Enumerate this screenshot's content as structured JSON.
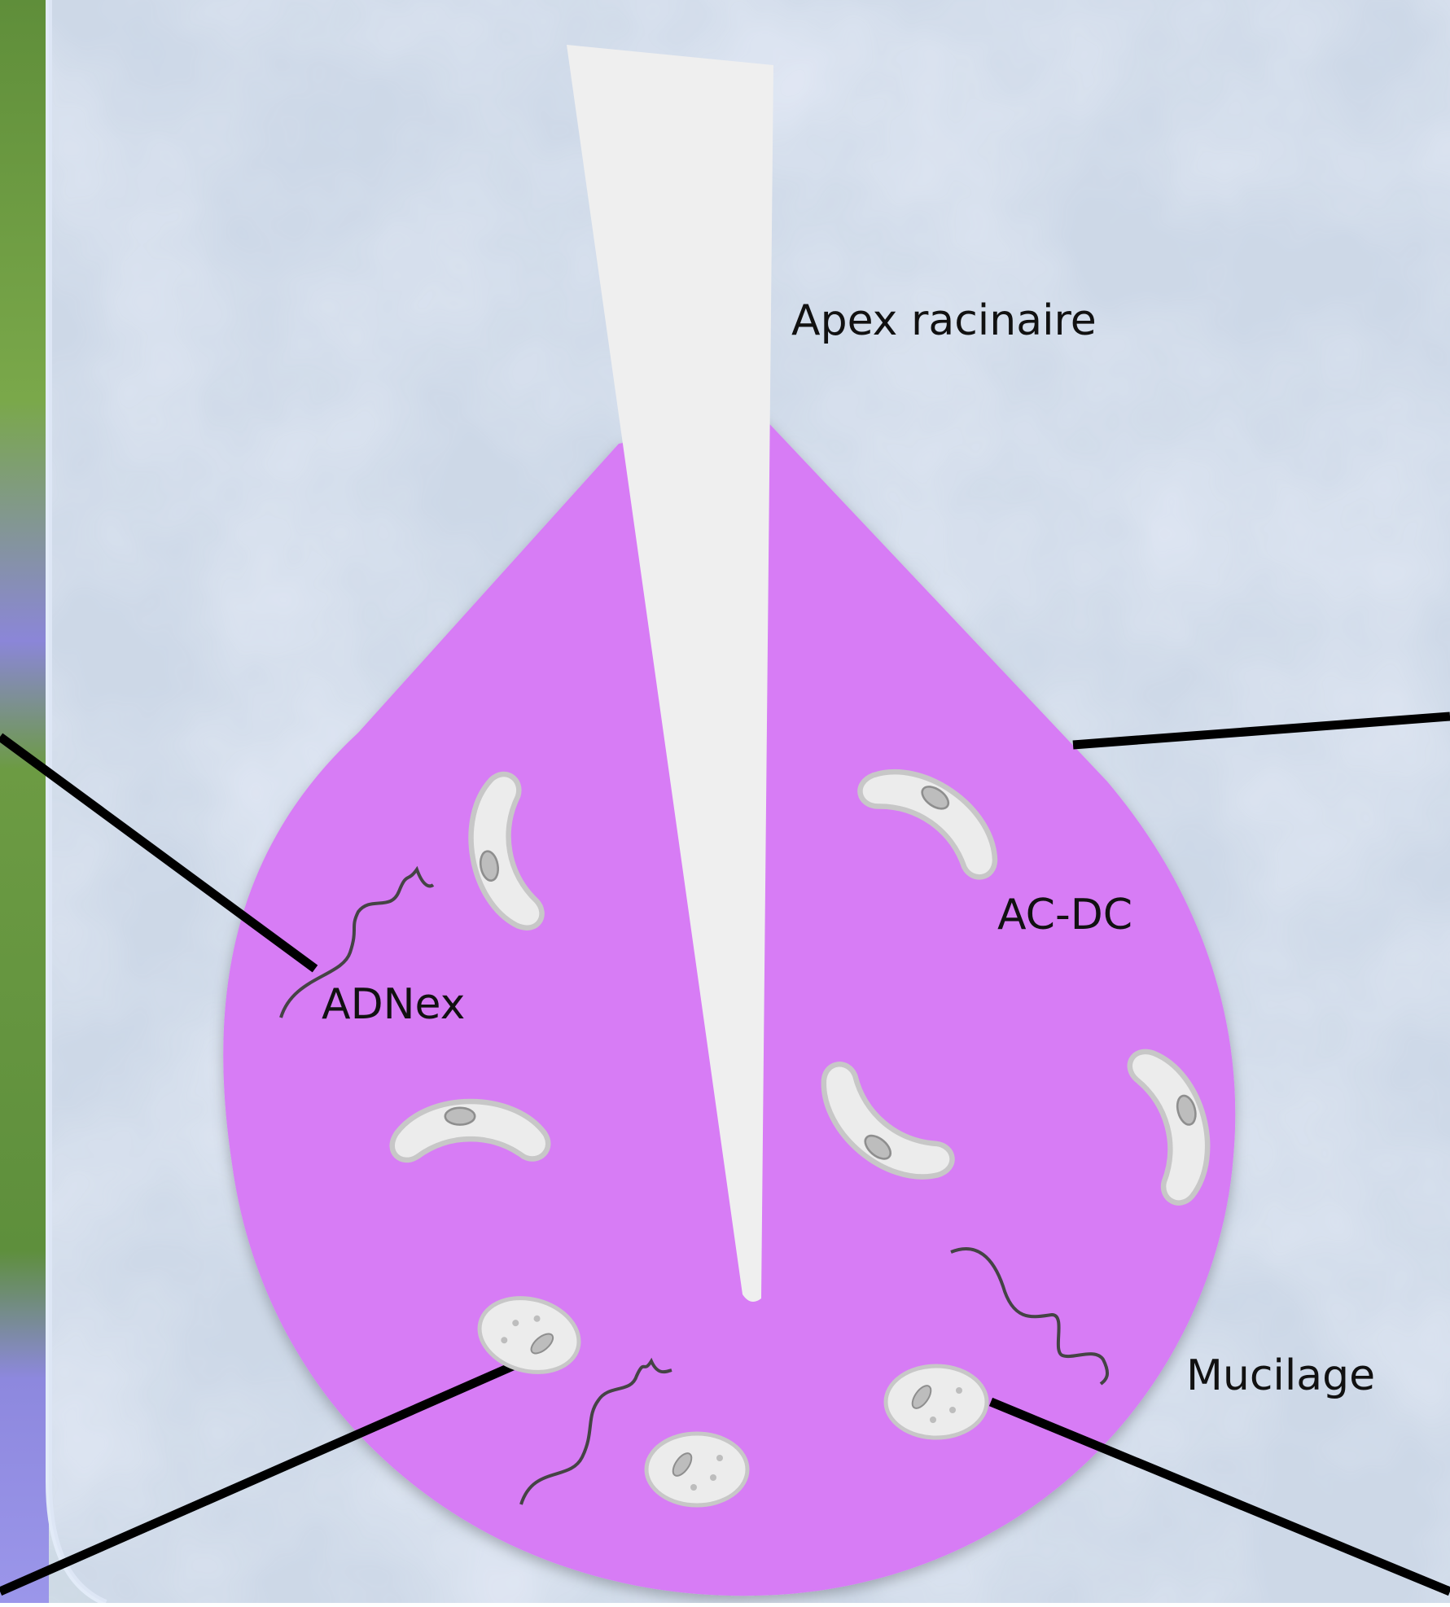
{
  "colors": {
    "background": "#cfd9e6",
    "left_strip": "#6a9a3e",
    "panel_border": "#dde6f4",
    "mucilage": "#d77bf5",
    "root_apex": "#efefef",
    "bacterium_fill": "#ececec",
    "bacterium_outline": "#c7c7c7",
    "bacterium_detail": "#a9a9a9",
    "dna_strand": "#444444",
    "pointer_line": "#000000"
  },
  "labels": {
    "apex": "Apex racinaire",
    "acdc": "AC-DC",
    "adnex": "ADNex",
    "mucilage": "Mucilage"
  },
  "icons": [
    "bacterium-icon",
    "dna-strand-icon"
  ]
}
